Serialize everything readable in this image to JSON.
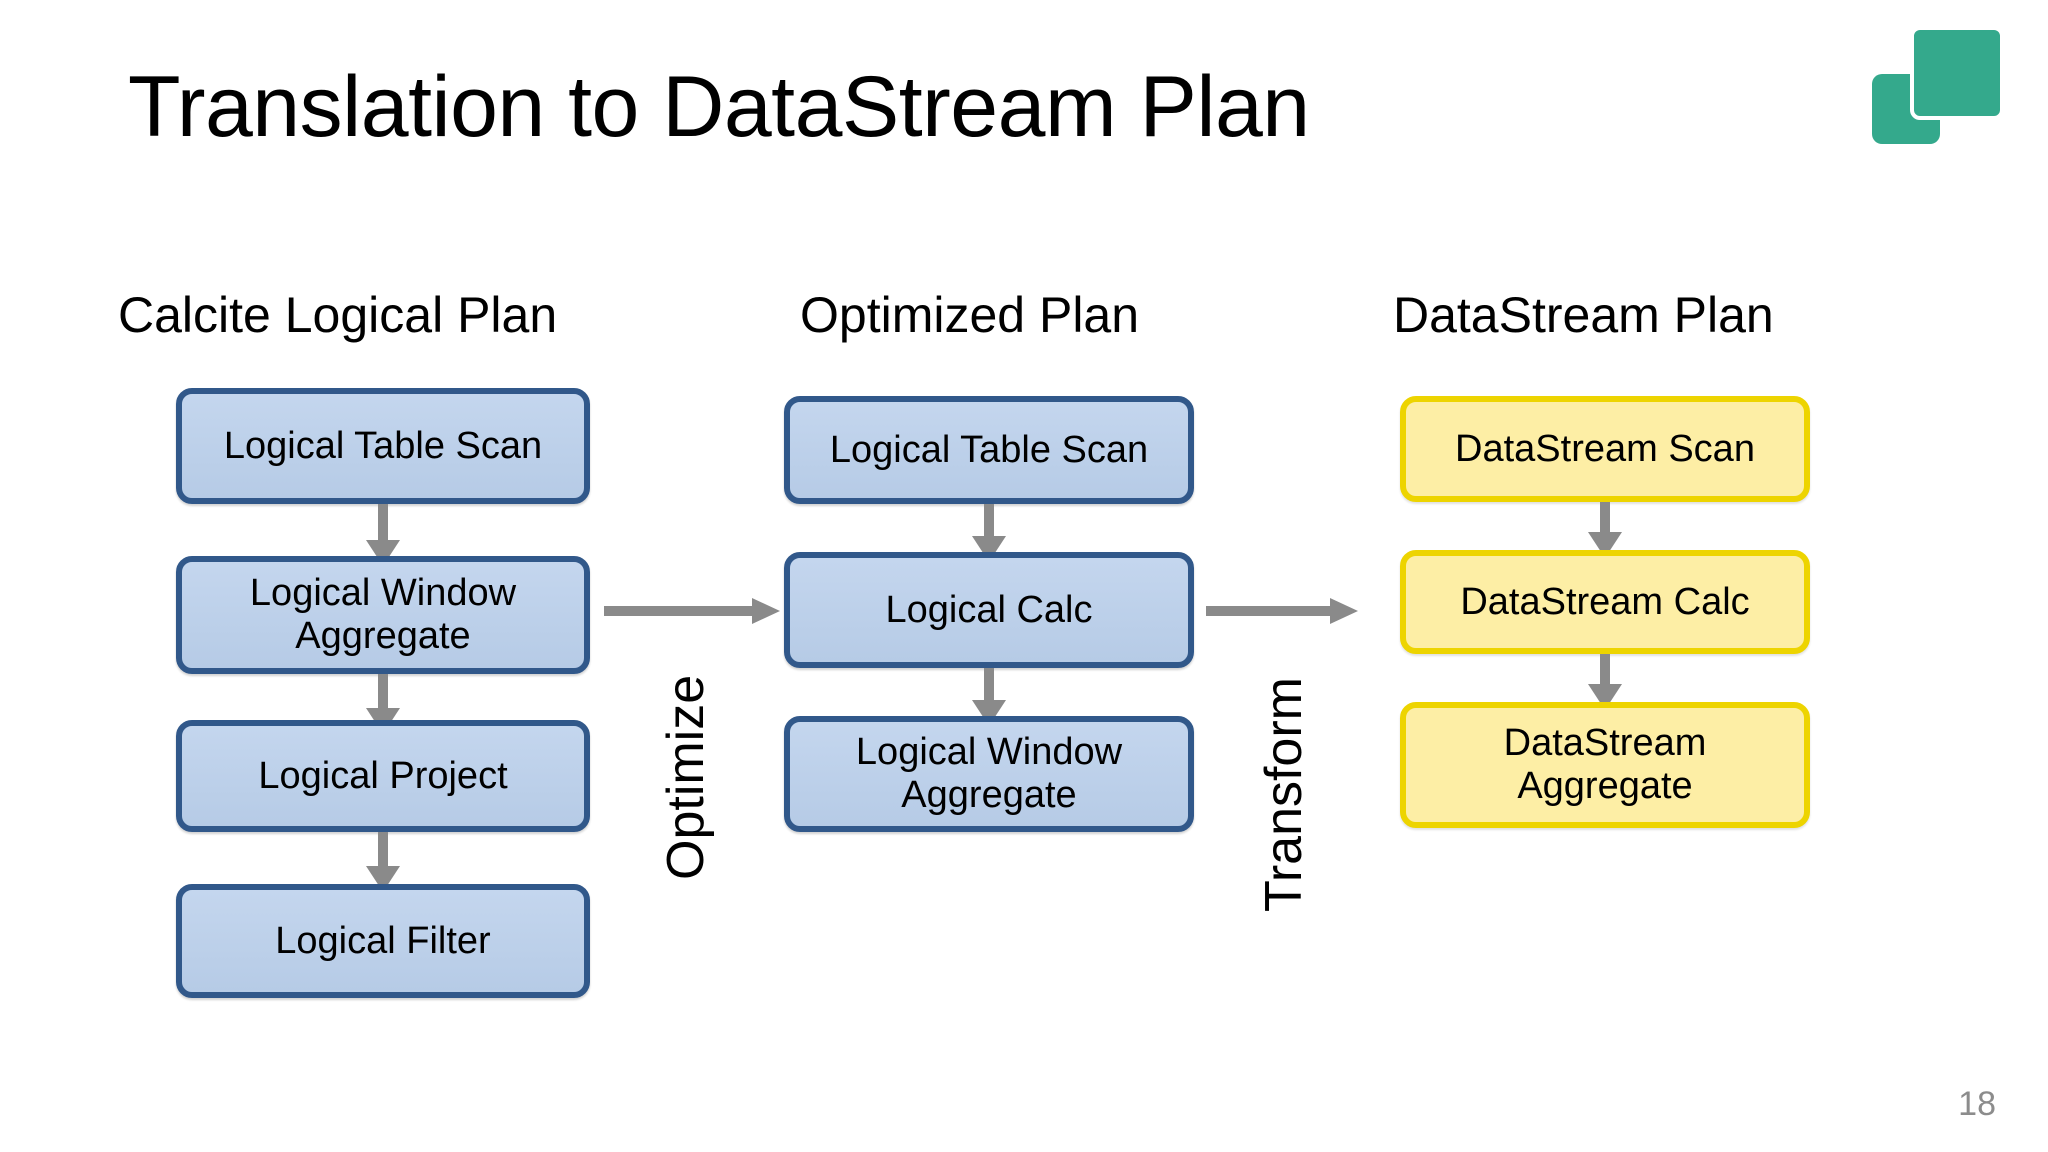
{
  "slide": {
    "title": "Translation to DataStream Plan",
    "page_number": "18"
  },
  "logo": {
    "name": "two-squares-logo",
    "color": "#34a98c"
  },
  "colors": {
    "logical_node_fill": "#bfd2ea",
    "logical_node_border": "#31588a",
    "datastream_node_fill": "#fdeea5",
    "datastream_node_border": "#edd400",
    "arrow": "#8a8a8a",
    "page_number": "#8c8c8c"
  },
  "diagram": {
    "columns": [
      {
        "id": "calcite-logical-plan",
        "header": "Calcite Logical Plan",
        "style": "blue",
        "nodes": [
          {
            "label": "Logical Table Scan"
          },
          {
            "label": "Logical Window\nAggregate"
          },
          {
            "label": "Logical Project"
          },
          {
            "label": "Logical Filter"
          }
        ]
      },
      {
        "id": "optimized-plan",
        "header": "Optimized Plan",
        "style": "blue",
        "nodes": [
          {
            "label": "Logical Table Scan"
          },
          {
            "label": "Logical Calc"
          },
          {
            "label": "Logical Window\nAggregate"
          }
        ]
      },
      {
        "id": "datastream-plan",
        "header": "DataStream Plan",
        "style": "yellow",
        "nodes": [
          {
            "label": "DataStream Scan"
          },
          {
            "label": "DataStream Calc"
          },
          {
            "label": "DataStream\nAggregate"
          }
        ]
      }
    ],
    "transitions": [
      {
        "id": "optimize",
        "label": "Optimize"
      },
      {
        "id": "transform",
        "label": "Transform"
      }
    ]
  }
}
